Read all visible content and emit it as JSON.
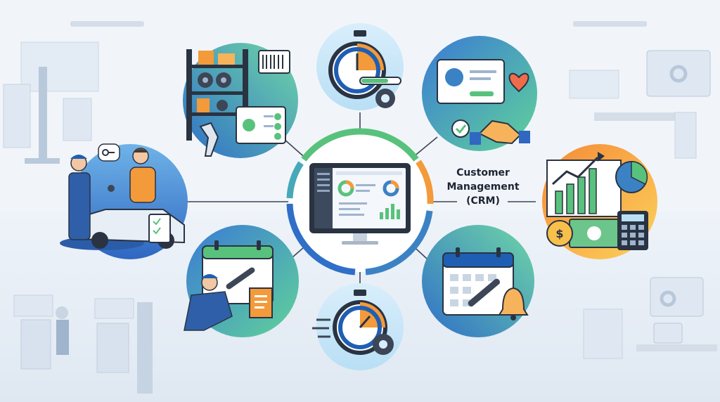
{
  "crm_label": {
    "line1": "Customer",
    "line2": "Management",
    "line3": "(CRM)"
  },
  "colors": {
    "background": "#f1f5fa",
    "ring_blue": "#3b82c4",
    "ring_green": "#58c27d",
    "ring_orange": "#f39a3a",
    "connector": "#3c4656",
    "warm_gradient_start": "#f58a38",
    "warm_gradient_end": "#fcd25b",
    "cool_gradient_start": "#3a7bd5",
    "cool_gradient_end": "#60d29a"
  },
  "nodes": [
    {
      "name": "inventory-parts-icon",
      "subject": "parts shelf with barcode scanner"
    },
    {
      "name": "stopwatch-progress-icon",
      "subject": "stopwatch with progress bar and gear"
    },
    {
      "name": "customer-relations-icon",
      "subject": "profile card, heart and handshake"
    },
    {
      "name": "vehicle-checkin-icon",
      "subject": "mechanic receiving car keys"
    },
    {
      "name": "financial-reports-icon",
      "subject": "charts, cash and calculator"
    },
    {
      "name": "service-scheduling-icon",
      "subject": "mechanic with wrench and calendar"
    },
    {
      "name": "stopwatch-speed-icon",
      "subject": "fast stopwatch with gear"
    },
    {
      "name": "maintenance-reminder-icon",
      "subject": "calendar, wrench and bell"
    }
  ]
}
